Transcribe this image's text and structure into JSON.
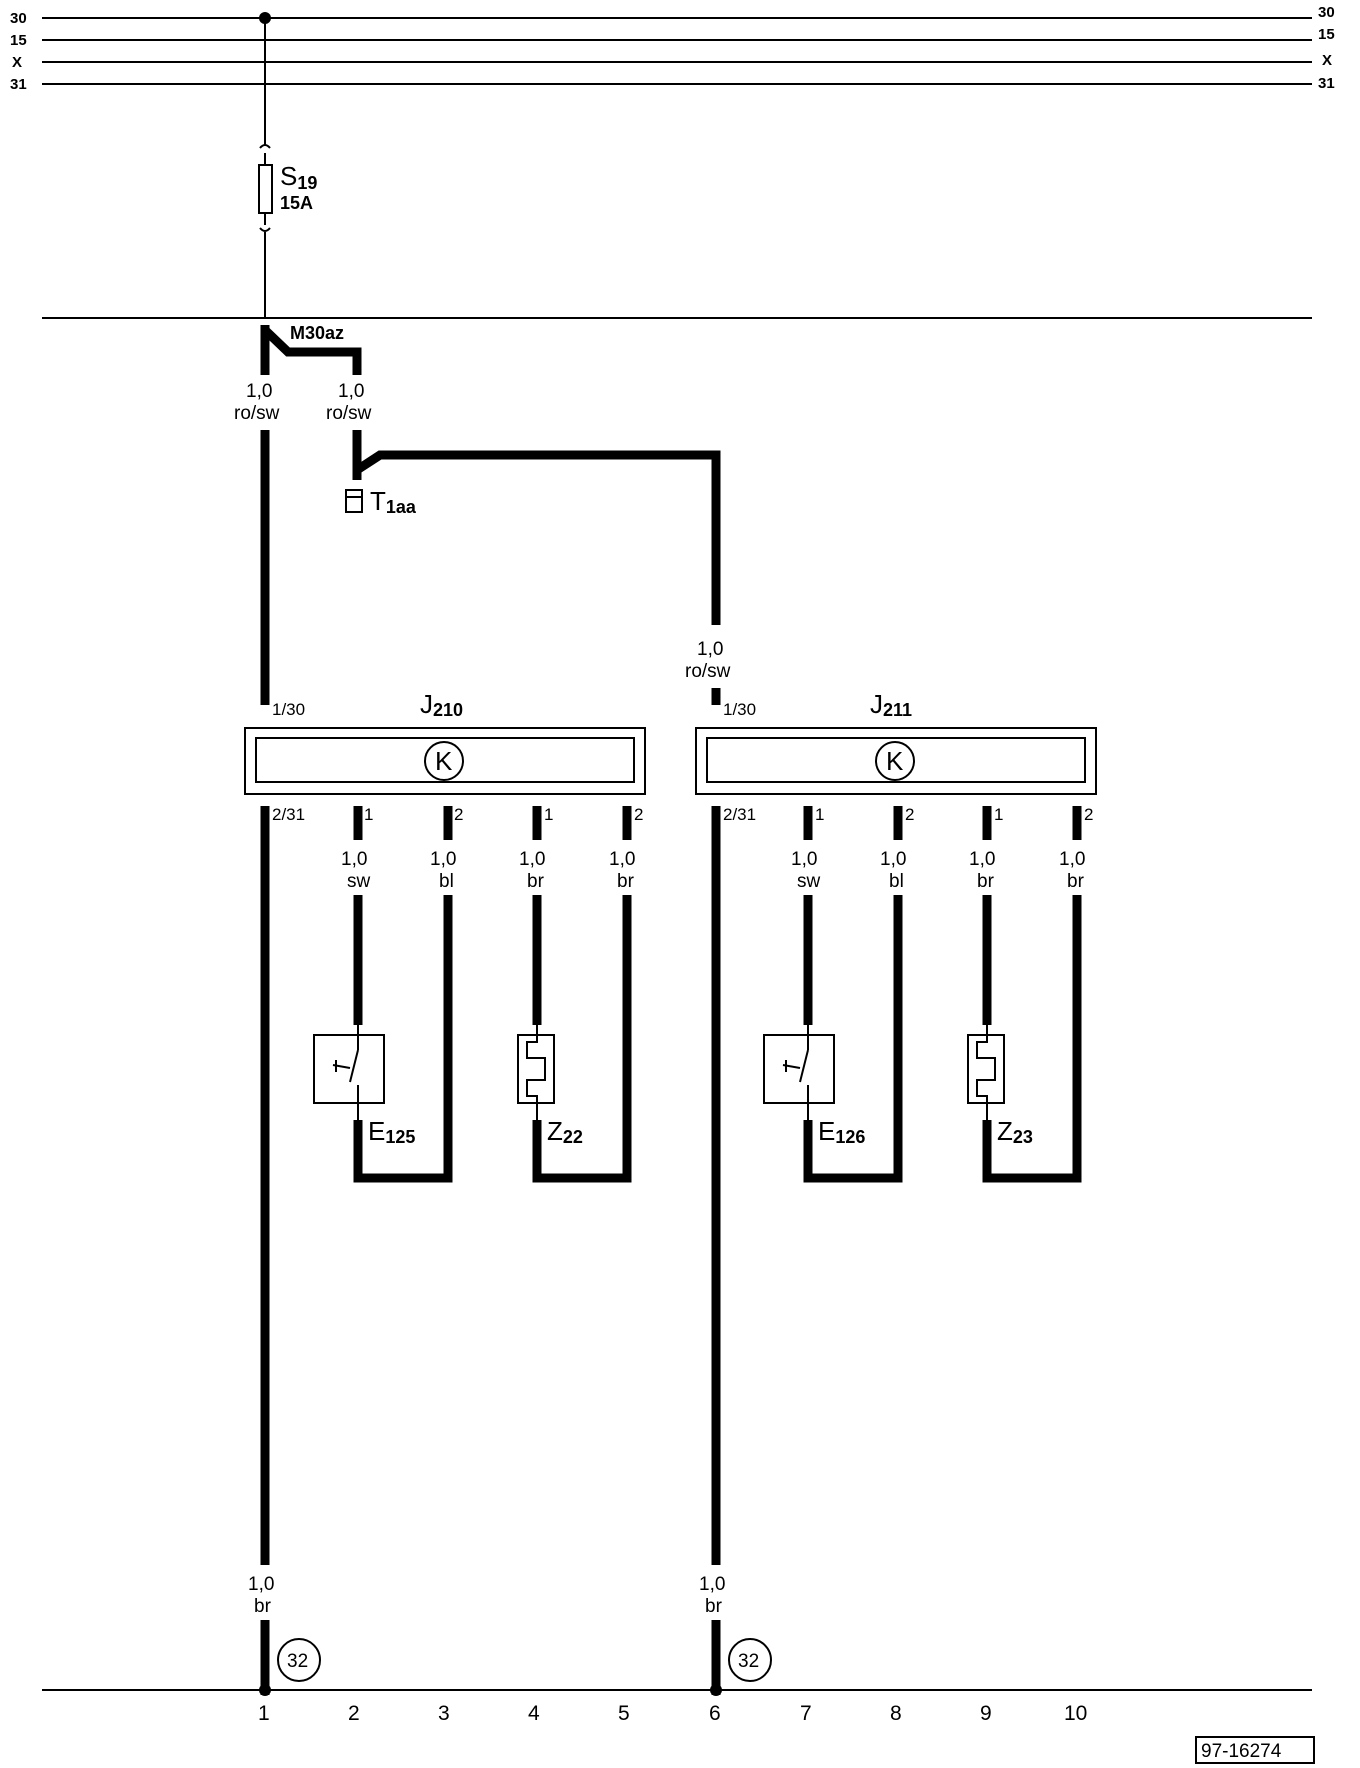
{
  "rails": {
    "top": [
      "30",
      "15",
      "X",
      "31"
    ]
  },
  "fuse": {
    "name": "S",
    "sub": "19",
    "rating": "15A"
  },
  "connector_m": "M30az",
  "connector_t": {
    "name": "T",
    "sub": "1aa"
  },
  "wires": {
    "size": "1,0",
    "ro_sw": "ro/sw",
    "sw": "sw",
    "bl": "bl",
    "br": "br"
  },
  "modules": [
    {
      "name": "J",
      "sub": "210",
      "symbol": "K",
      "pin_in": "1/30",
      "pin_gnd": "2/31"
    },
    {
      "name": "J",
      "sub": "211",
      "symbol": "K",
      "pin_in": "1/30",
      "pin_gnd": "2/31"
    }
  ],
  "pins": {
    "p1": "1",
    "p2": "2"
  },
  "components": [
    {
      "name": "E",
      "sub": "125"
    },
    {
      "name": "Z",
      "sub": "22"
    },
    {
      "name": "E",
      "sub": "126"
    },
    {
      "name": "Z",
      "sub": "23"
    }
  ],
  "ground": "32",
  "columns": [
    "1",
    "2",
    "3",
    "4",
    "5",
    "6",
    "7",
    "8",
    "9",
    "10"
  ],
  "reference": "97-16274"
}
